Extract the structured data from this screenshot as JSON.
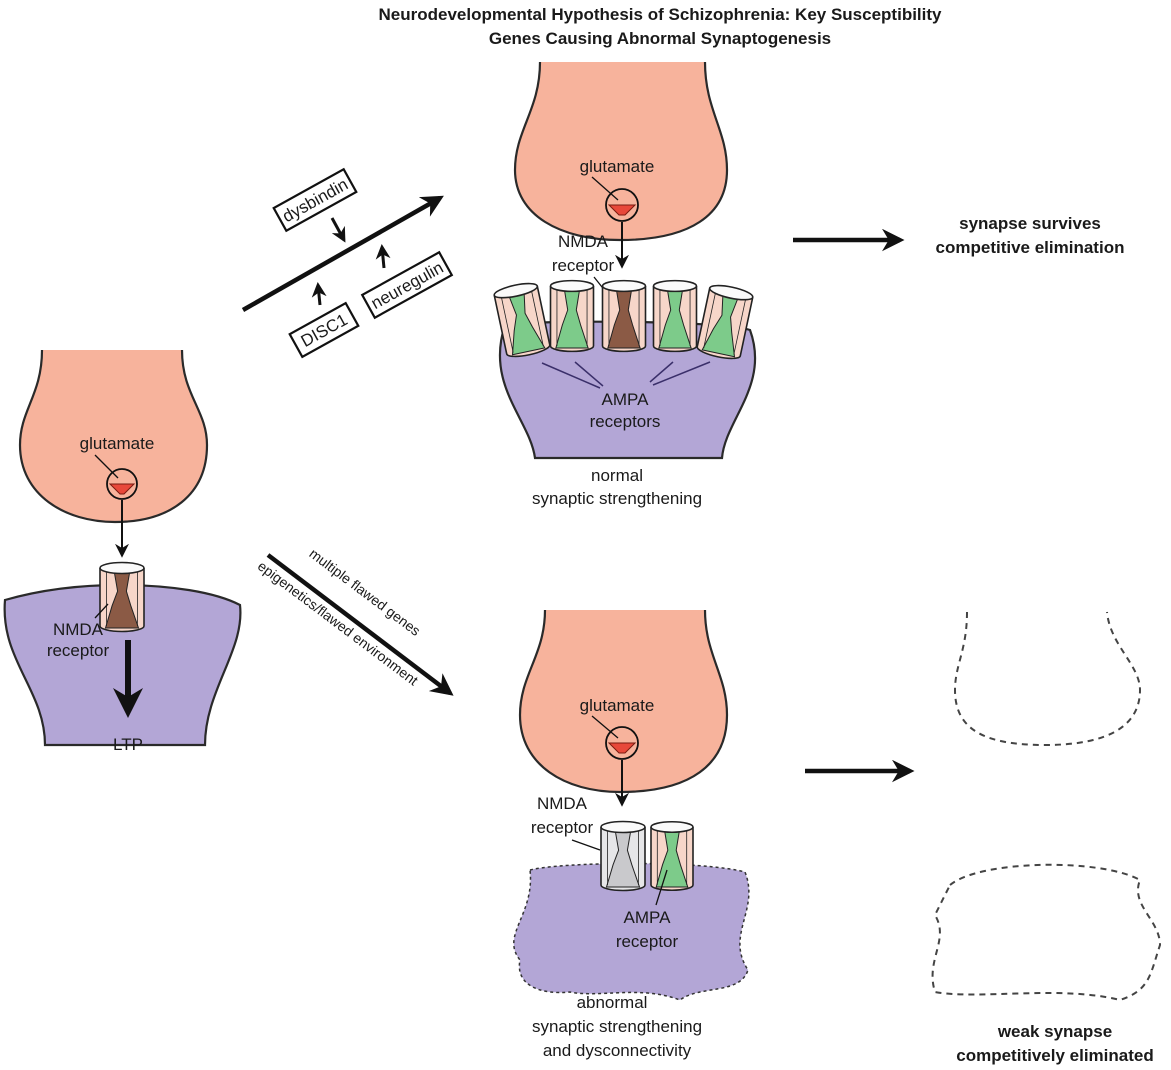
{
  "title": {
    "line1": "Neurodevelopmental Hypothesis of Schizophrenia: Key Susceptibility",
    "line2": "Genes Causing Abnormal Synaptogenesis"
  },
  "colors": {
    "presynaptic": "#F7B39C",
    "postsynaptic": "#B3A6D6",
    "ampa_receptor": "#7DCB8A",
    "nmda_receptor": "#8B5A45",
    "abnormal_nmda": "#C9C9CC",
    "glutamate": "#E8483A"
  },
  "left_synapse": {
    "glutamate": "glutamate",
    "nmda_line1": "NMDA",
    "nmda_line2": "receptor",
    "ltp": "LTP"
  },
  "genes": {
    "dysbindin": "dysbindin",
    "disc1": "DISC1",
    "neuregulin": "neuregulin"
  },
  "lower_path": {
    "line1": "multiple flawed genes",
    "line2": "epigenetics/flawed environment"
  },
  "normal_synapse": {
    "glutamate": "glutamate",
    "nmda_line1": "NMDA",
    "nmda_line2": "receptor",
    "ampa_line1": "AMPA",
    "ampa_line2": "receptors",
    "caption_line1": "normal",
    "caption_line2": "synaptic strengthening",
    "outcome_line1": "synapse survives",
    "outcome_line2": "competitive elimination"
  },
  "abnormal_synapse": {
    "glutamate": "glutamate",
    "nmda_line1": "NMDA",
    "nmda_line2": "receptor",
    "ampa_line1": "AMPA",
    "ampa_line2": "receptor",
    "caption_line1": "abnormal",
    "caption_line2": "synaptic strengthening",
    "caption_line3": "and dysconnectivity",
    "outcome_line1": "weak synapse",
    "outcome_line2": "competitively eliminated"
  }
}
